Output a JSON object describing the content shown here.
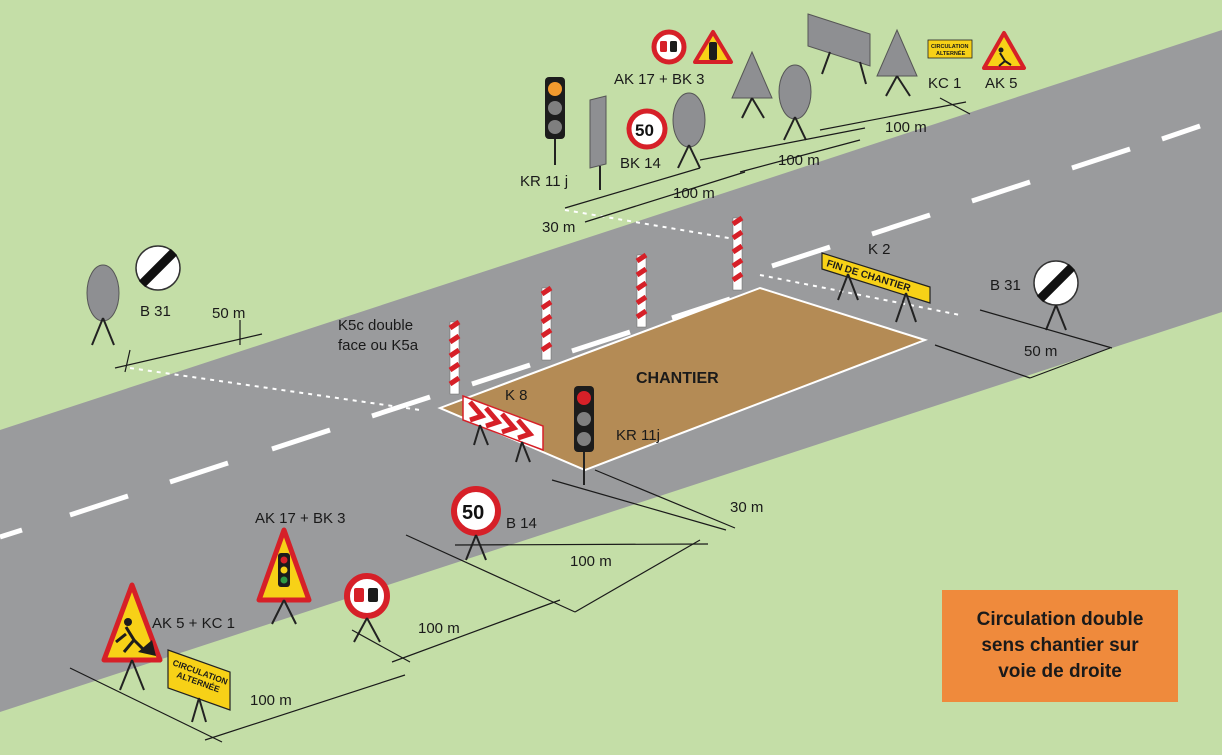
{
  "title_box": {
    "lines": [
      "Circulation double",
      "sens chantier sur",
      "voie de droite"
    ]
  },
  "work_area": {
    "label": "CHANTIER"
  },
  "signs": {
    "b31_left": "B 31",
    "b31_right": "B 31",
    "k5c": [
      "K5c double",
      "face ou K5a"
    ],
    "k8": "K 8",
    "k2": "K 2",
    "k2_panel": "FIN DE CHANTIER",
    "kr11j_near": "KR 11j",
    "kr11j_far": "KR 11 j",
    "b14_near": "B 14",
    "bk14_far": "BK 14",
    "speed_value": "50",
    "ak17_near": "AK 17 + BK 3",
    "ak17_far": "AK 17 + BK 3",
    "ak5_near": "AK 5 + KC 1",
    "kc1_far": "KC 1",
    "ak5_far": "AK 5",
    "kc1_panel": [
      "CIRCULATION",
      "ALTERNÉE"
    ],
    "kc1_small": [
      "CIRCULATION",
      "ALTERNÉE"
    ]
  },
  "distances": {
    "left_50": "50 m",
    "right_50": "50 m",
    "near_30": "30 m",
    "near_100_a": "100 m",
    "near_100_b": "100 m",
    "near_100_c": "100 m",
    "far_30": "30 m",
    "far_100_a": "100 m",
    "far_100_b": "100 m",
    "far_100_c": "100 m"
  },
  "colors": {
    "grass": "#c4dea7",
    "road": "#9a9b9d",
    "work_area": "#b48b55",
    "box": "#ef8a3c",
    "sign_red": "#d62028",
    "sign_yellow": "#f7d117"
  }
}
